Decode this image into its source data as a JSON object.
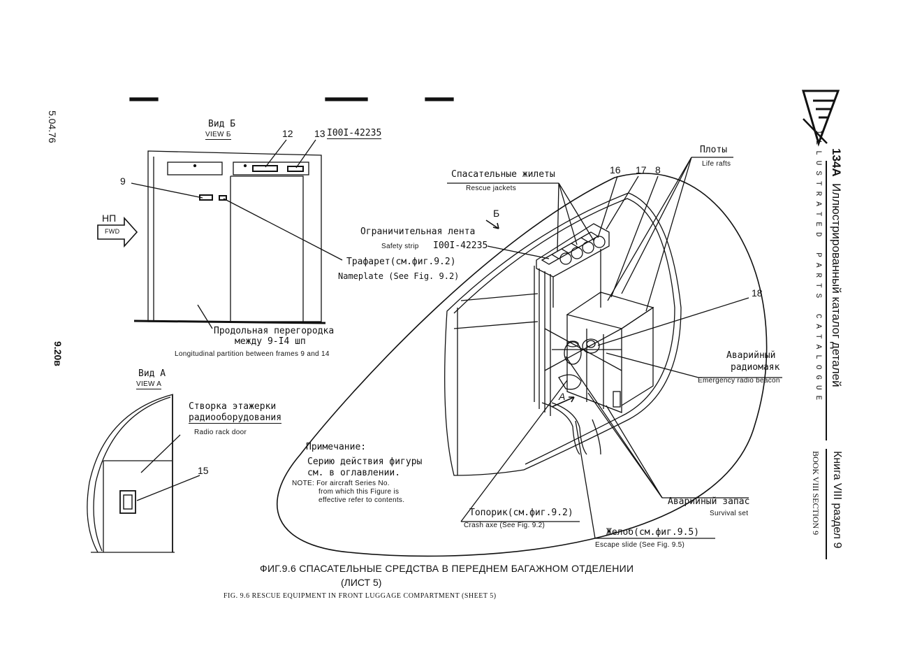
{
  "margin": {
    "date": "5.04.76",
    "page_no": "9.20в"
  },
  "view_b": {
    "title_ru": "Вид Б",
    "title_en": "VIEW Б"
  },
  "view_a": {
    "title_ru": "Вид А",
    "title_en": "VIEW A"
  },
  "fwd": {
    "ru": "НП",
    "en": "FWD"
  },
  "callouts": {
    "c9": "9",
    "c12": "12",
    "c13": "13",
    "c13_part": "I00I-42235",
    "c15": "15",
    "c16": "16",
    "c17": "17",
    "c8": "8",
    "c18": "18",
    "letter_b": "Б",
    "letter_a": "A"
  },
  "labels": {
    "nameplate_ru": "Трафарет(см.фиг.9.2)",
    "nameplate_en": "Nameplate (See Fig. 9.2)",
    "partition_ru_1": "Продольная перегородка",
    "partition_ru_2": "между 9-I4 шп",
    "partition_en": "Longitudinal partition between frames 9 and 14",
    "rack_ru_1": "Створка этажерки",
    "rack_ru_2": "радиооборудования",
    "rack_en": "Radio rack door",
    "jackets_ru": "Спасательные жилеты",
    "jackets_en": "Rescue jackets",
    "strip_ru": "Ограничительная лента",
    "strip_en": "Safety strip",
    "strip_part": "I00I-42235",
    "rafts_ru": "Плоты",
    "rafts_en": "Life rafts",
    "beacon_ru_1": "Аварийный",
    "beacon_ru_2": "радиомаяк",
    "beacon_en": "Emergency radio beacon",
    "survival_ru": "Аварийный запас",
    "survival_en": "Survival set",
    "axe_ru": "Топорик(см.фиг.9.2)",
    "axe_en": "Crash axe (See Fig. 9.2)",
    "slide_ru": "Желоб(см.фиг.9.5)",
    "slide_en": "Escape slide (See Fig. 9.5)"
  },
  "note": {
    "ru_1": "Примечание:",
    "ru_2": "Серию действия фигуры",
    "ru_3": "см. в оглавлении.",
    "en_1": "NOTE: For aircraft Series No.",
    "en_2": "from which this Figure is",
    "en_3": "effective refer to contents."
  },
  "caption": {
    "ru_1": "ФИГ.9.6 СПАСАТЕЛЬНЫЕ  СРЕДСТВА В ПЕРЕДНЕМ БАГАЖНОМ ОТДЕЛЕНИИ",
    "ru_2": "(ЛИСТ 5)",
    "en": "FIG. 9.6 RESCUE EQUIPMENT IN FRONT LUGGAGE COMPARTMENT (SHEET 5)"
  },
  "side": {
    "model": "134А",
    "title_ru": "Иллюстрированный каталог деталей",
    "title_en": "ILLUSTRATED PARTS CATALOGUE",
    "book_ru": "Книга VIII раздел 9",
    "book_en": "BOOK VIII SECTION 9"
  }
}
